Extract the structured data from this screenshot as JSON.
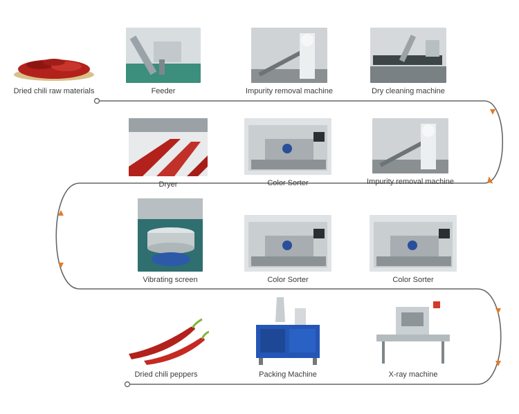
{
  "steps": [
    {
      "label": "Dried chili raw materials"
    },
    {
      "label": "Feeder"
    },
    {
      "label": "Impurity removal machine"
    },
    {
      "label": "Dry cleaning machine"
    },
    {
      "label": "Dryer"
    },
    {
      "label": "Color Sorter"
    },
    {
      "label": "Impurity removal machine"
    },
    {
      "label": "Vibrating screen"
    },
    {
      "label": "Color Sorter"
    },
    {
      "label": "Color Sorter"
    },
    {
      "label": "Dried chili peppers"
    },
    {
      "label": "Packing Machine"
    },
    {
      "label": "X-ray machine"
    }
  ],
  "colors": {
    "connector": "#666666",
    "arrow": "#e07b2a",
    "chili": "#b3211c"
  },
  "icons": {
    "start": "circle-start-icon",
    "end": "circle-end-icon",
    "arrow": "triangle-arrow-icon"
  }
}
